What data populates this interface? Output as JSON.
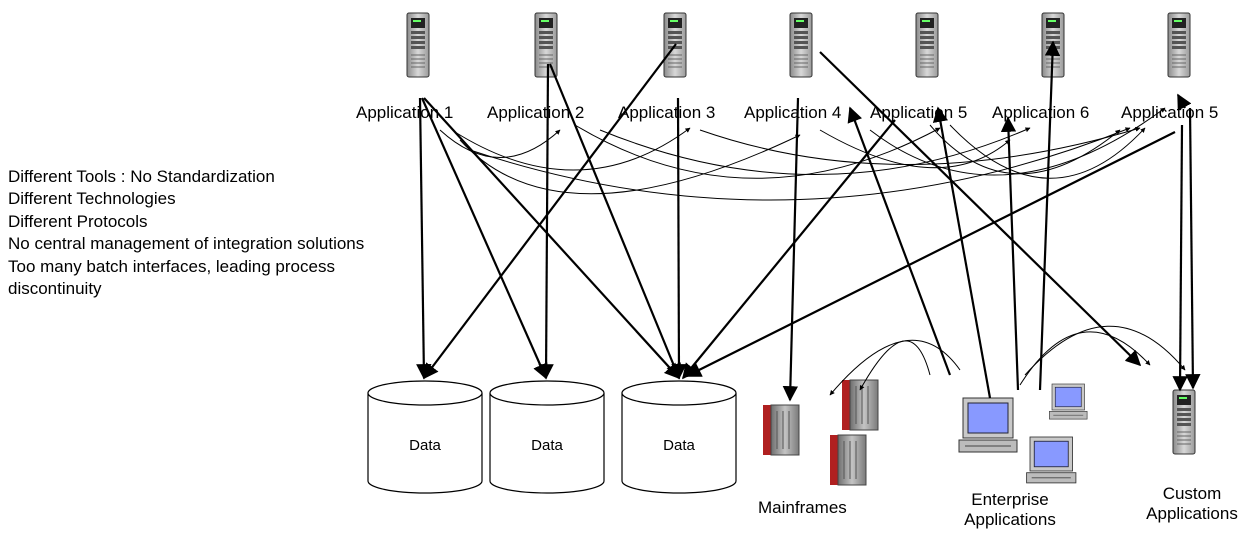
{
  "notes": [
    "Different Tools : No Standardization",
    "Different Technologies",
    "Different Protocols",
    "No central management of integration solutions",
    "Too many batch interfaces, leading process discontinuity"
  ],
  "applications": [
    "Application 1",
    "Application 2",
    "Application 3",
    "Application 4",
    "Application 5",
    "Application 6",
    "Application 5"
  ],
  "data_stores": [
    "Data",
    "Data",
    "Data"
  ],
  "systems": {
    "mainframes": "Mainframes",
    "enterprise": "Enterprise Applications",
    "custom": "Custom Applications"
  }
}
